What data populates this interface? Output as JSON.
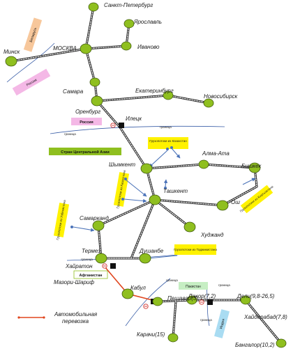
{
  "cities": {
    "spb": "Санкт-Петербург",
    "yaroslavl": "Ярославль",
    "ivanovo": "Иваново",
    "moscow": "МОСКВА",
    "minsk": "Минск",
    "samara": "Самара",
    "ekaterinburg": "Екатеринбург",
    "novosibirsk": "Новосибирск",
    "orenburg": "Оренбург",
    "iletsk": "Илецк",
    "shymkent": "Шымкент",
    "almaty": "Алма-Ата",
    "bishkek": "Бишкек",
    "tashkent": "Ташкент",
    "osh": "Ош",
    "samarkand": "Самарканд",
    "khujand": "Худжанд",
    "termez": "Термез",
    "dushanbe": "Душанбе",
    "hairaton": "Хайратон",
    "mazar": "Мазори-Шариф",
    "kabul": "Кабул",
    "peshawar": "Пешавар(3)",
    "lahore": "Лахор(7,2)",
    "delhi": "Дели(9,8-26,5)",
    "hyderabad": "Хайдерабад(7,8)",
    "karachi": "Карачи(15)",
    "bangalore": "Бангалор(10,2)"
  },
  "regions": {
    "belarus": "Беларусь",
    "russia_top": "Россия",
    "russia_mid": "Россия",
    "central_asia": "Стран Центральной Азии",
    "afghanistan": "Афганистан",
    "pakistan": "Пакистан",
    "india": "Индия"
  },
  "flows": {
    "kazakhstan": "Грузопотоки из Казахстан",
    "kyrgyzstan": "Грузопотоки из Кыргызстана",
    "tajikistan": "Грузопотоки из Таджикистана",
    "kazakhstan_side": "Грузопотоки из Казахстана",
    "uzbekistan": "Грузопотоки из Узбекистана"
  },
  "borders": {
    "b1": "граница",
    "b2": "граница",
    "b3": "граница",
    "b4": "граница",
    "b5": "граница",
    "b6": "граница"
  },
  "legend": {
    "road_line1": "Автомобильная",
    "road_line2": "перевозка"
  },
  "colors": {
    "node": "#8fbf1f",
    "rail": "#111111",
    "road": "#e0461e",
    "flow_arrow": "#4a72b8",
    "border_line": "#3b5fa8"
  }
}
